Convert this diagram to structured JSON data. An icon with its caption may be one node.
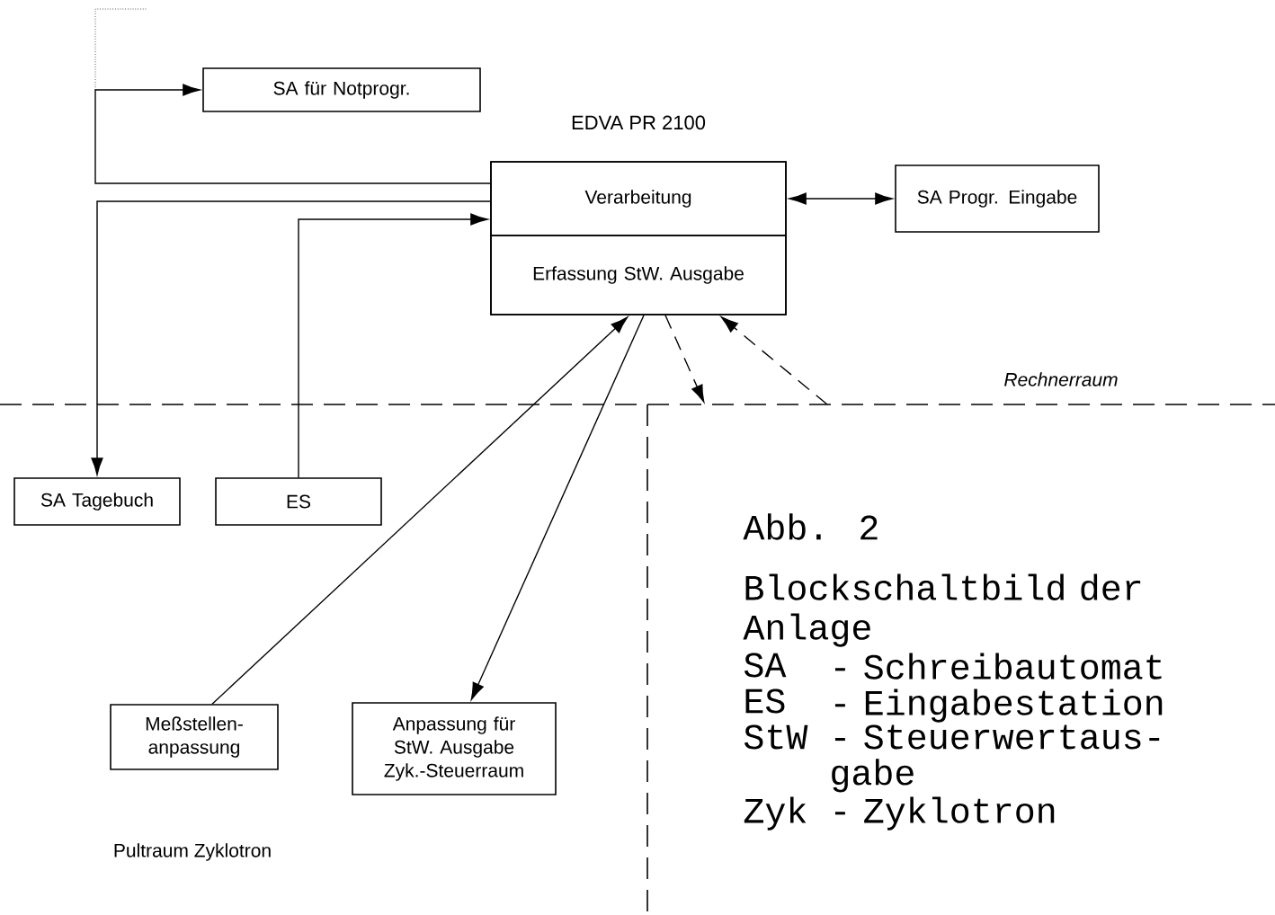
{
  "diagram": {
    "nodes": [
      {
        "text": [
          "SA für Notprogr."
        ]
      },
      {
        "text": [
          "EDVA PR 2100"
        ]
      },
      {
        "text": [
          "Verarbeitung"
        ],
        "in": 1
      },
      {
        "text": [
          "Erfassung StW. Ausgabe"
        ],
        "in": 1
      },
      {
        "text": [
          "SA Progr. Eingabe"
        ]
      },
      {
        "text": [
          "SA Tagebuch"
        ]
      },
      {
        "text": [
          "ES"
        ]
      },
      {
        "text": [
          "Meßstellen- anpassung"
        ]
      },
      {
        "text": [
          "Anpassung für StW. Ausgabe Zyk.-Steuerraum"
        ]
      }
    ],
    "edges": [
      {
        "from": 2,
        "to": 0,
        "arrow": "to"
      },
      {
        "from": 2,
        "to": 5,
        "arrow": "to"
      },
      {
        "from": 6,
        "to": 2,
        "arrow": "to"
      },
      {
        "from": 2,
        "to": 4,
        "arrow": "both"
      },
      {
        "from": 7,
        "to": 3,
        "arrow": "to"
      },
      {
        "from": 3,
        "to": 8,
        "arrow": "to"
      },
      {
        "from": 3,
        "to": null,
        "arrow": "to",
        "style": "dashed"
      },
      {
        "from": null,
        "to": 3,
        "arrow": "to",
        "style": "dashed"
      }
    ],
    "labels": [
      "Rechnerraum",
      "Pultraum Zyklotron",
      "Abb. 2",
      "Blockschaltbild der Anlage",
      "SA",
      "- Schreibautomat",
      "ES",
      "- Eingabestation",
      "StW",
      "- Steuerwertaus- gabe",
      "Zyk",
      "- Zyklotron"
    ]
  }
}
